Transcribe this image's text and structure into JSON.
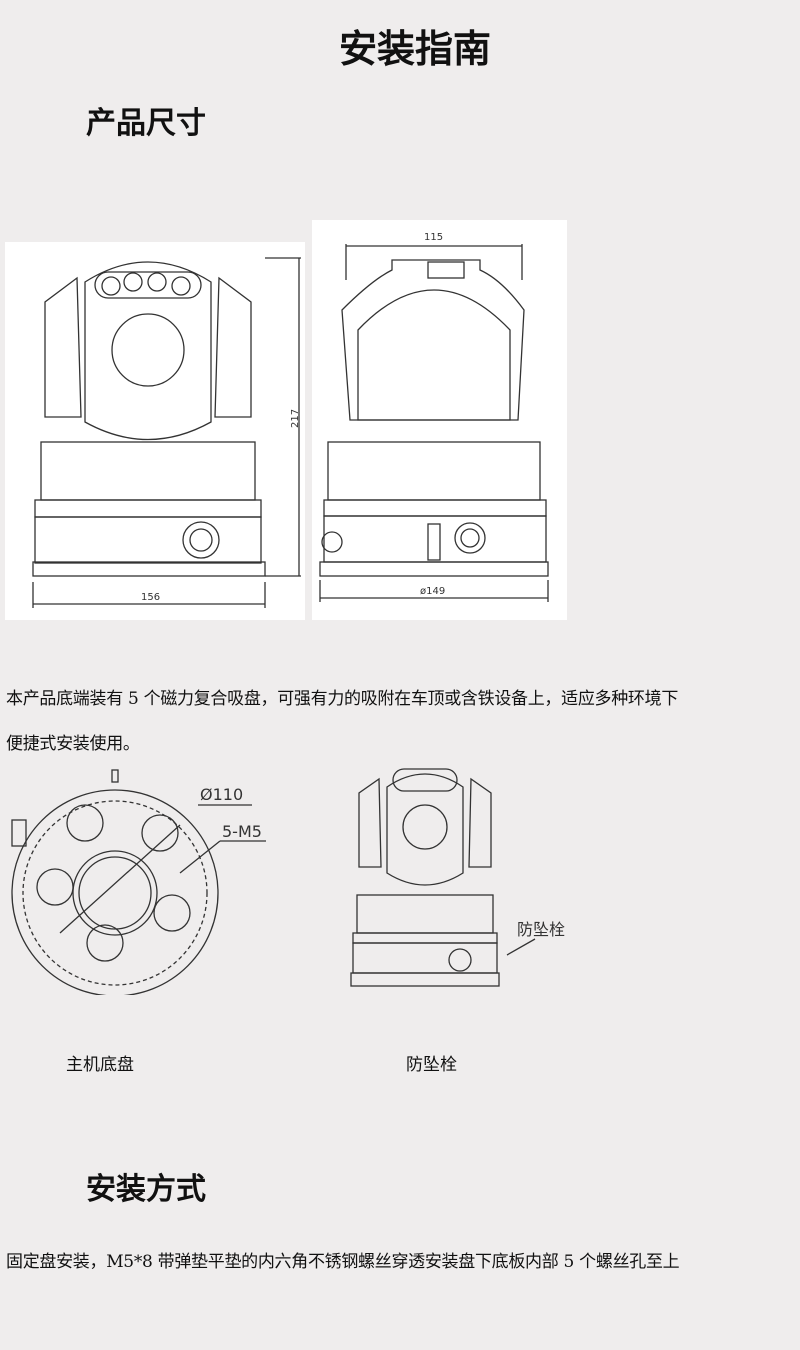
{
  "title": "安装指南",
  "section1": {
    "heading": "产品尺寸",
    "dims": {
      "height": "217",
      "front_width": "156",
      "side_top": "115",
      "side_base": "ø149"
    }
  },
  "paragraph1": {
    "line1": "本产品底端装有 5 个磁力复合吸盘，可强有力的吸附在车顶或含铁设备上，适应多种环境下",
    "line2": "便捷式安装使用。"
  },
  "figures": {
    "base_dia": "Ø110",
    "base_holes": "5-M5",
    "anti_fall_label": "防坠栓",
    "caption_left": "主机底盘",
    "caption_right": "防坠栓"
  },
  "section2": {
    "heading": "安装方式"
  },
  "paragraph2": "固定盘安装，M5*8 带弹垫平垫的内六角不锈钢螺丝穿透安装盘下底板内部 5 个螺丝孔至上"
}
